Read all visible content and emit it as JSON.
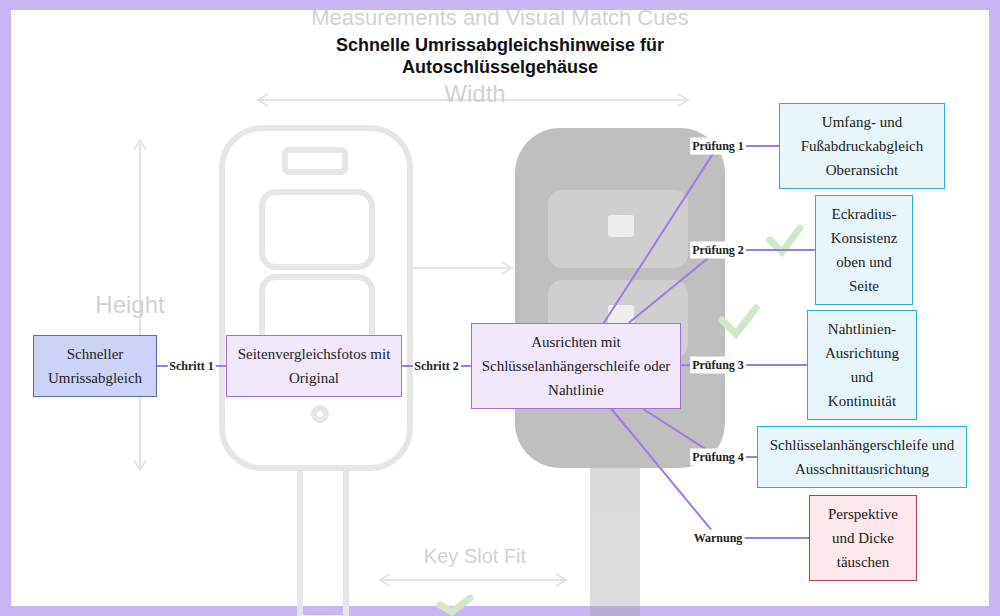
{
  "diagram": {
    "title": "Schnelle Umrissabgleichshinweise für Autoschlüsselgehäuse",
    "nodes": [
      {
        "text": [
          "Schneller Umrissabgleich"
        ]
      },
      {
        "text": [
          "Seitenvergleichsfotos mit Original"
        ]
      },
      {
        "text": [
          "Ausrichten mit Schlüsselanhängerschleife oder Nahtlinie"
        ]
      },
      {
        "text": [
          "Umfang- und Fußabdruckabgleich Oberansicht"
        ]
      },
      {
        "text": [
          "Eckradius-Konsistenz oben und Seite"
        ]
      },
      {
        "text": [
          "Nahtlinien-Ausrichtung und Kontinuität"
        ]
      },
      {
        "text": [
          "Schlüsselanhängerschleife und Ausschnittausrichtung"
        ]
      },
      {
        "text": [
          "Perspektive und Dicke täuschen"
        ]
      }
    ],
    "edges": [
      {
        "from": 0,
        "to": 1,
        "arrow": "none",
        "label": "Schritt 1"
      },
      {
        "from": 1,
        "to": 2,
        "arrow": "none",
        "label": "Schritt 2"
      },
      {
        "from": 2,
        "to": 3,
        "arrow": "none",
        "label": "Prüfung 1"
      },
      {
        "from": 2,
        "to": 4,
        "arrow": "none",
        "label": "Prüfung 2"
      },
      {
        "from": 2,
        "to": 5,
        "arrow": "none",
        "label": "Prüfung 3"
      },
      {
        "from": 2,
        "to": 6,
        "arrow": "none",
        "label": "Prüfung 4"
      },
      {
        "from": 2,
        "to": 7,
        "arrow": "none",
        "label": "Warnung"
      }
    ],
    "labels": [
      "Measurements and Visual Match Cues",
      "Width",
      "Height",
      "Key Slot Fit"
    ]
  }
}
